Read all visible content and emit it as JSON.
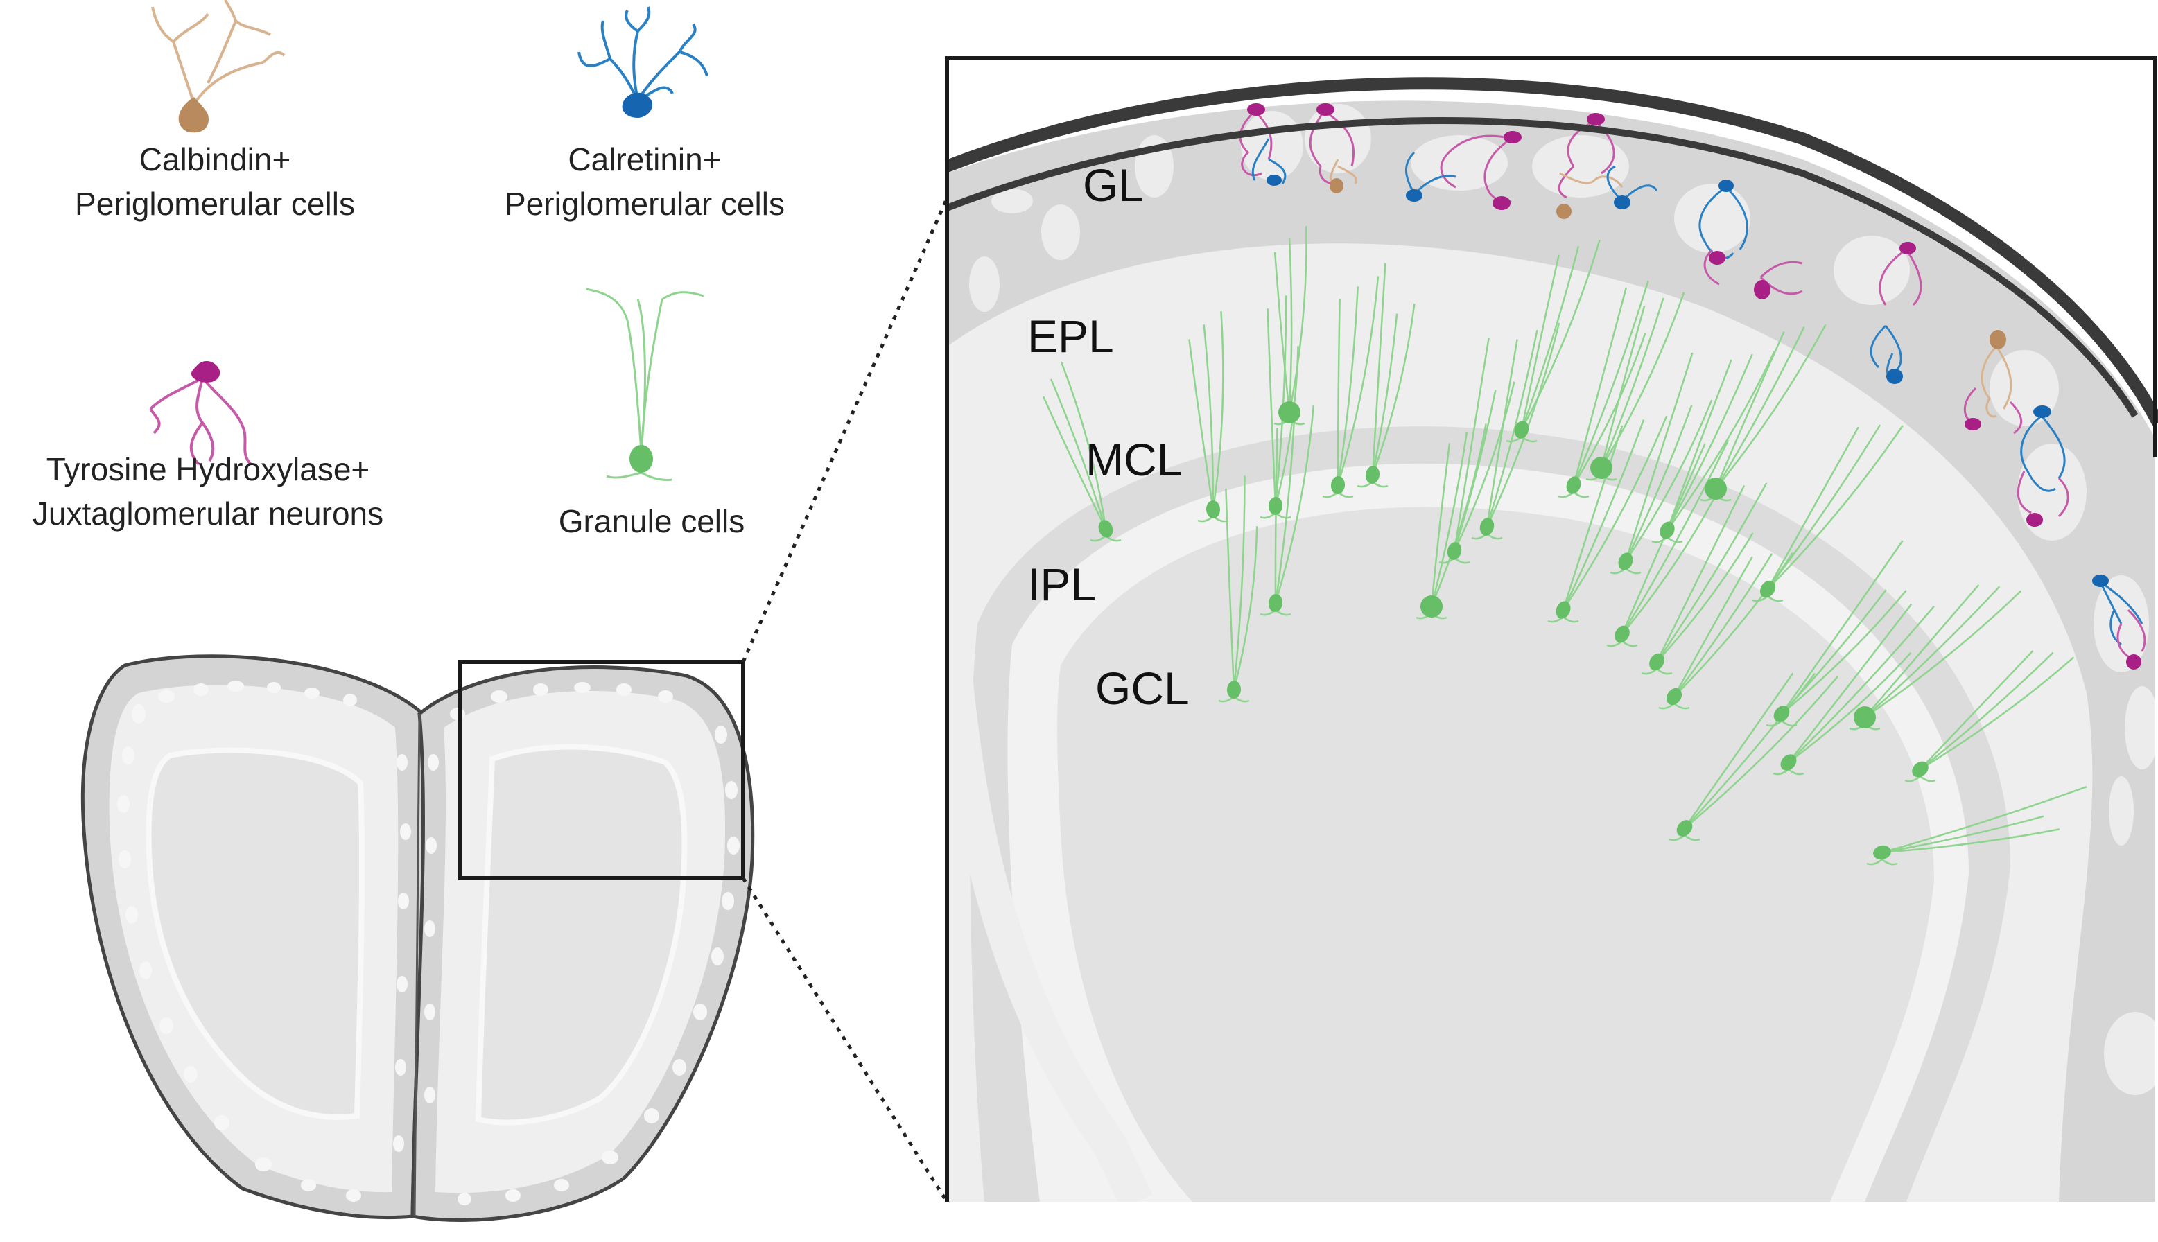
{
  "legend": [
    {
      "id": "calbindin",
      "line1": "Calbindin+",
      "line2": "Periglomerular cells",
      "color": "#c9966b",
      "icon": "calbindin-cell-icon"
    },
    {
      "id": "calretinin",
      "line1": "Calretinin+",
      "line2": "Periglomerular cells",
      "color": "#1f72b8",
      "icon": "calretinin-cell-icon"
    },
    {
      "id": "tyrosine",
      "line1": "Tyrosine Hydroxylase+",
      "line2": "Juxtaglomerular neurons",
      "color": "#b0208a",
      "icon": "tyrosine-hydroxylase-neuron-icon"
    },
    {
      "id": "granule",
      "line1": "Granule cells",
      "line2": "",
      "color": "#6bc46b",
      "icon": "granule-cell-icon"
    }
  ],
  "layers": {
    "gl": "GL",
    "epl": "EPL",
    "mcl": "MCL",
    "ipl": "IPL",
    "gcl": "GCL"
  },
  "colors": {
    "outline": "#3a3a3a",
    "tissue_dark": "#d6d6d6",
    "tissue_light": "#efefef",
    "core": "#e2e2e2"
  }
}
